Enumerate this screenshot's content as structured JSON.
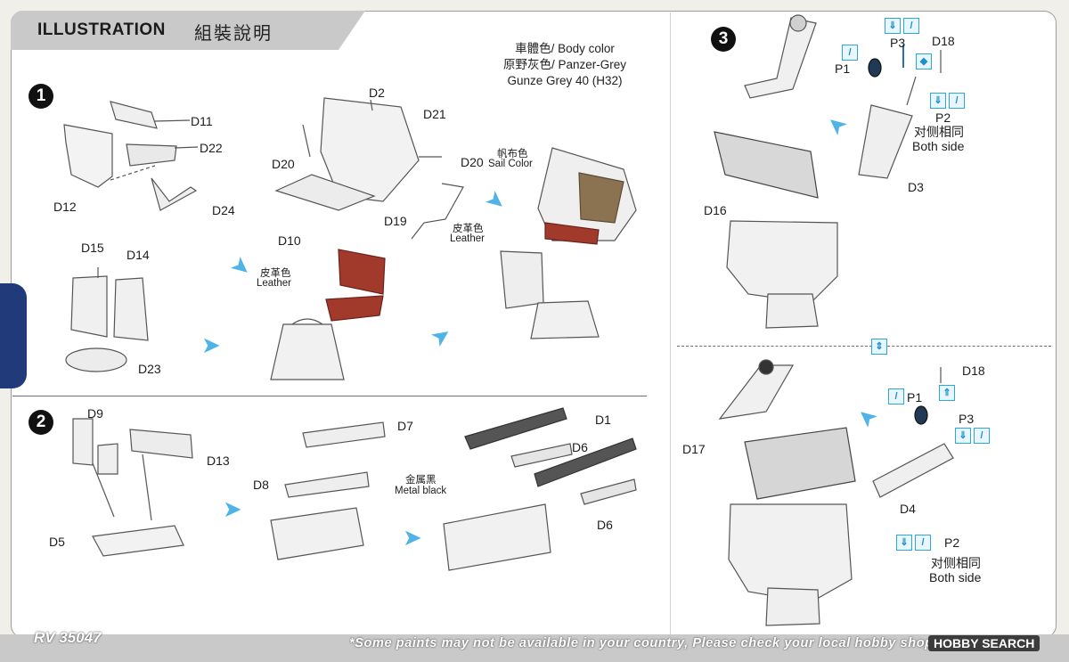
{
  "header": {
    "title": "ILLUSTRATION",
    "title_cn": "組裝說明"
  },
  "steps": [
    "1",
    "2",
    "3"
  ],
  "paint": {
    "body_line1": "車體色/ Body color",
    "body_line2": "原野灰色/ Panzer-Grey",
    "body_line3": "Gunze Grey 40 (H32)",
    "sail_cn": "帆布色",
    "sail_en": "Sail Color",
    "leather_cn": "皮革色",
    "leather_en": "Leather",
    "metal_cn": "金属黑",
    "metal_en": "Metal black",
    "both_cn": "对侧相同",
    "both_en": "Both side"
  },
  "parts": {
    "d11": "D11",
    "d22": "D22",
    "d12": "D12",
    "d24": "D24",
    "d2": "D2",
    "d21": "D21",
    "d20": "D20",
    "d19": "D19",
    "d10": "D10",
    "d15": "D15",
    "d14": "D14",
    "d23": "D23",
    "d9": "D9",
    "d13": "D13",
    "d5": "D5",
    "d7": "D7",
    "d8": "D8",
    "d1": "D1",
    "d6": "D6",
    "p3": "P3",
    "d18": "D18",
    "p1": "P1",
    "p2": "P2",
    "d3": "D3",
    "d16": "D16",
    "d17": "D17",
    "d4": "D4"
  },
  "footer": {
    "code": "RV 35047",
    "notice": "*Some paints may not be available in your country, Please check your local hobby shop.",
    "watermark": "HOBBY SEARCH"
  },
  "colors": {
    "leather": "#a23a2c",
    "sail": "#8b7352",
    "accent": "#4fb3e5",
    "badge": "#213a7a"
  }
}
